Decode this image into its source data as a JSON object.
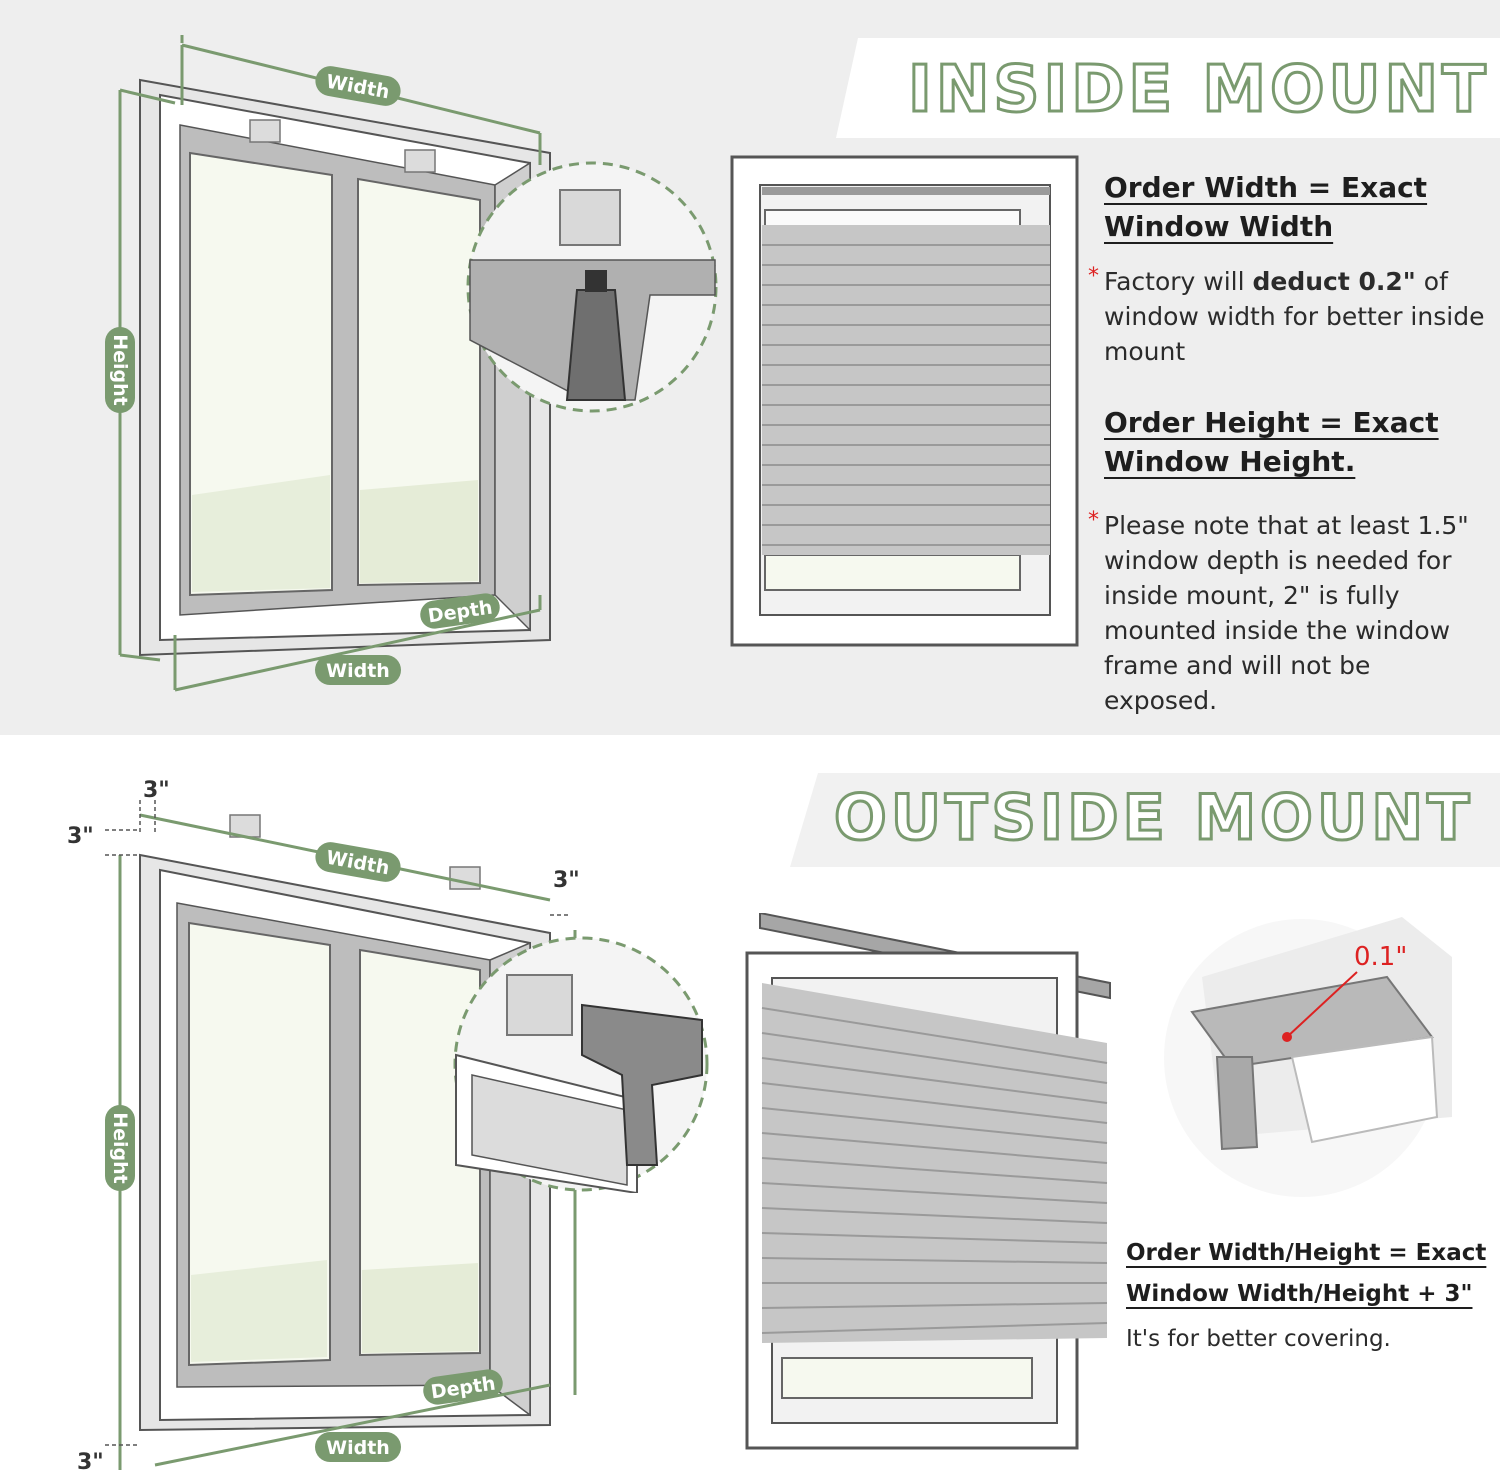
{
  "inside": {
    "title": "INSIDE MOUNT",
    "heading_width_line1": "Order Width = Exact",
    "heading_width_line2": "Window Width",
    "note1_prefix": "Factory will ",
    "note1_bold": "deduct 0.2\"",
    "note1_suffix": "of window width for better inside mount",
    "heading_height_line1": "Order Height = Exact",
    "heading_height_line2": "Window Height.",
    "note2": "Please note that at least 1.5\" window depth is needed for inside mount, 2\" is fully mounted inside the window frame and will not be exposed.",
    "labels": {
      "width_top": "Width",
      "width_bottom": "Width",
      "height": "Height",
      "depth": "Depth"
    }
  },
  "outside": {
    "title": "OUTSIDE MOUNT",
    "heading_line1": "Order Width/Height = Exact",
    "heading_line2": "Window Width/Height + 3\"",
    "note": "It's for better covering.",
    "labels": {
      "width_top": "Width",
      "width_bottom": "Width",
      "height": "Height",
      "depth": "Depth",
      "dim_top": "3\"",
      "dim_left": "3\"",
      "dim_right": "3\"",
      "dim_bottom": "3\""
    },
    "bracket_gap": "0.1\""
  },
  "colors": {
    "accent_green": "#7a9a6f",
    "warning_red": "#d22222",
    "background_top": "#eeeeee"
  }
}
